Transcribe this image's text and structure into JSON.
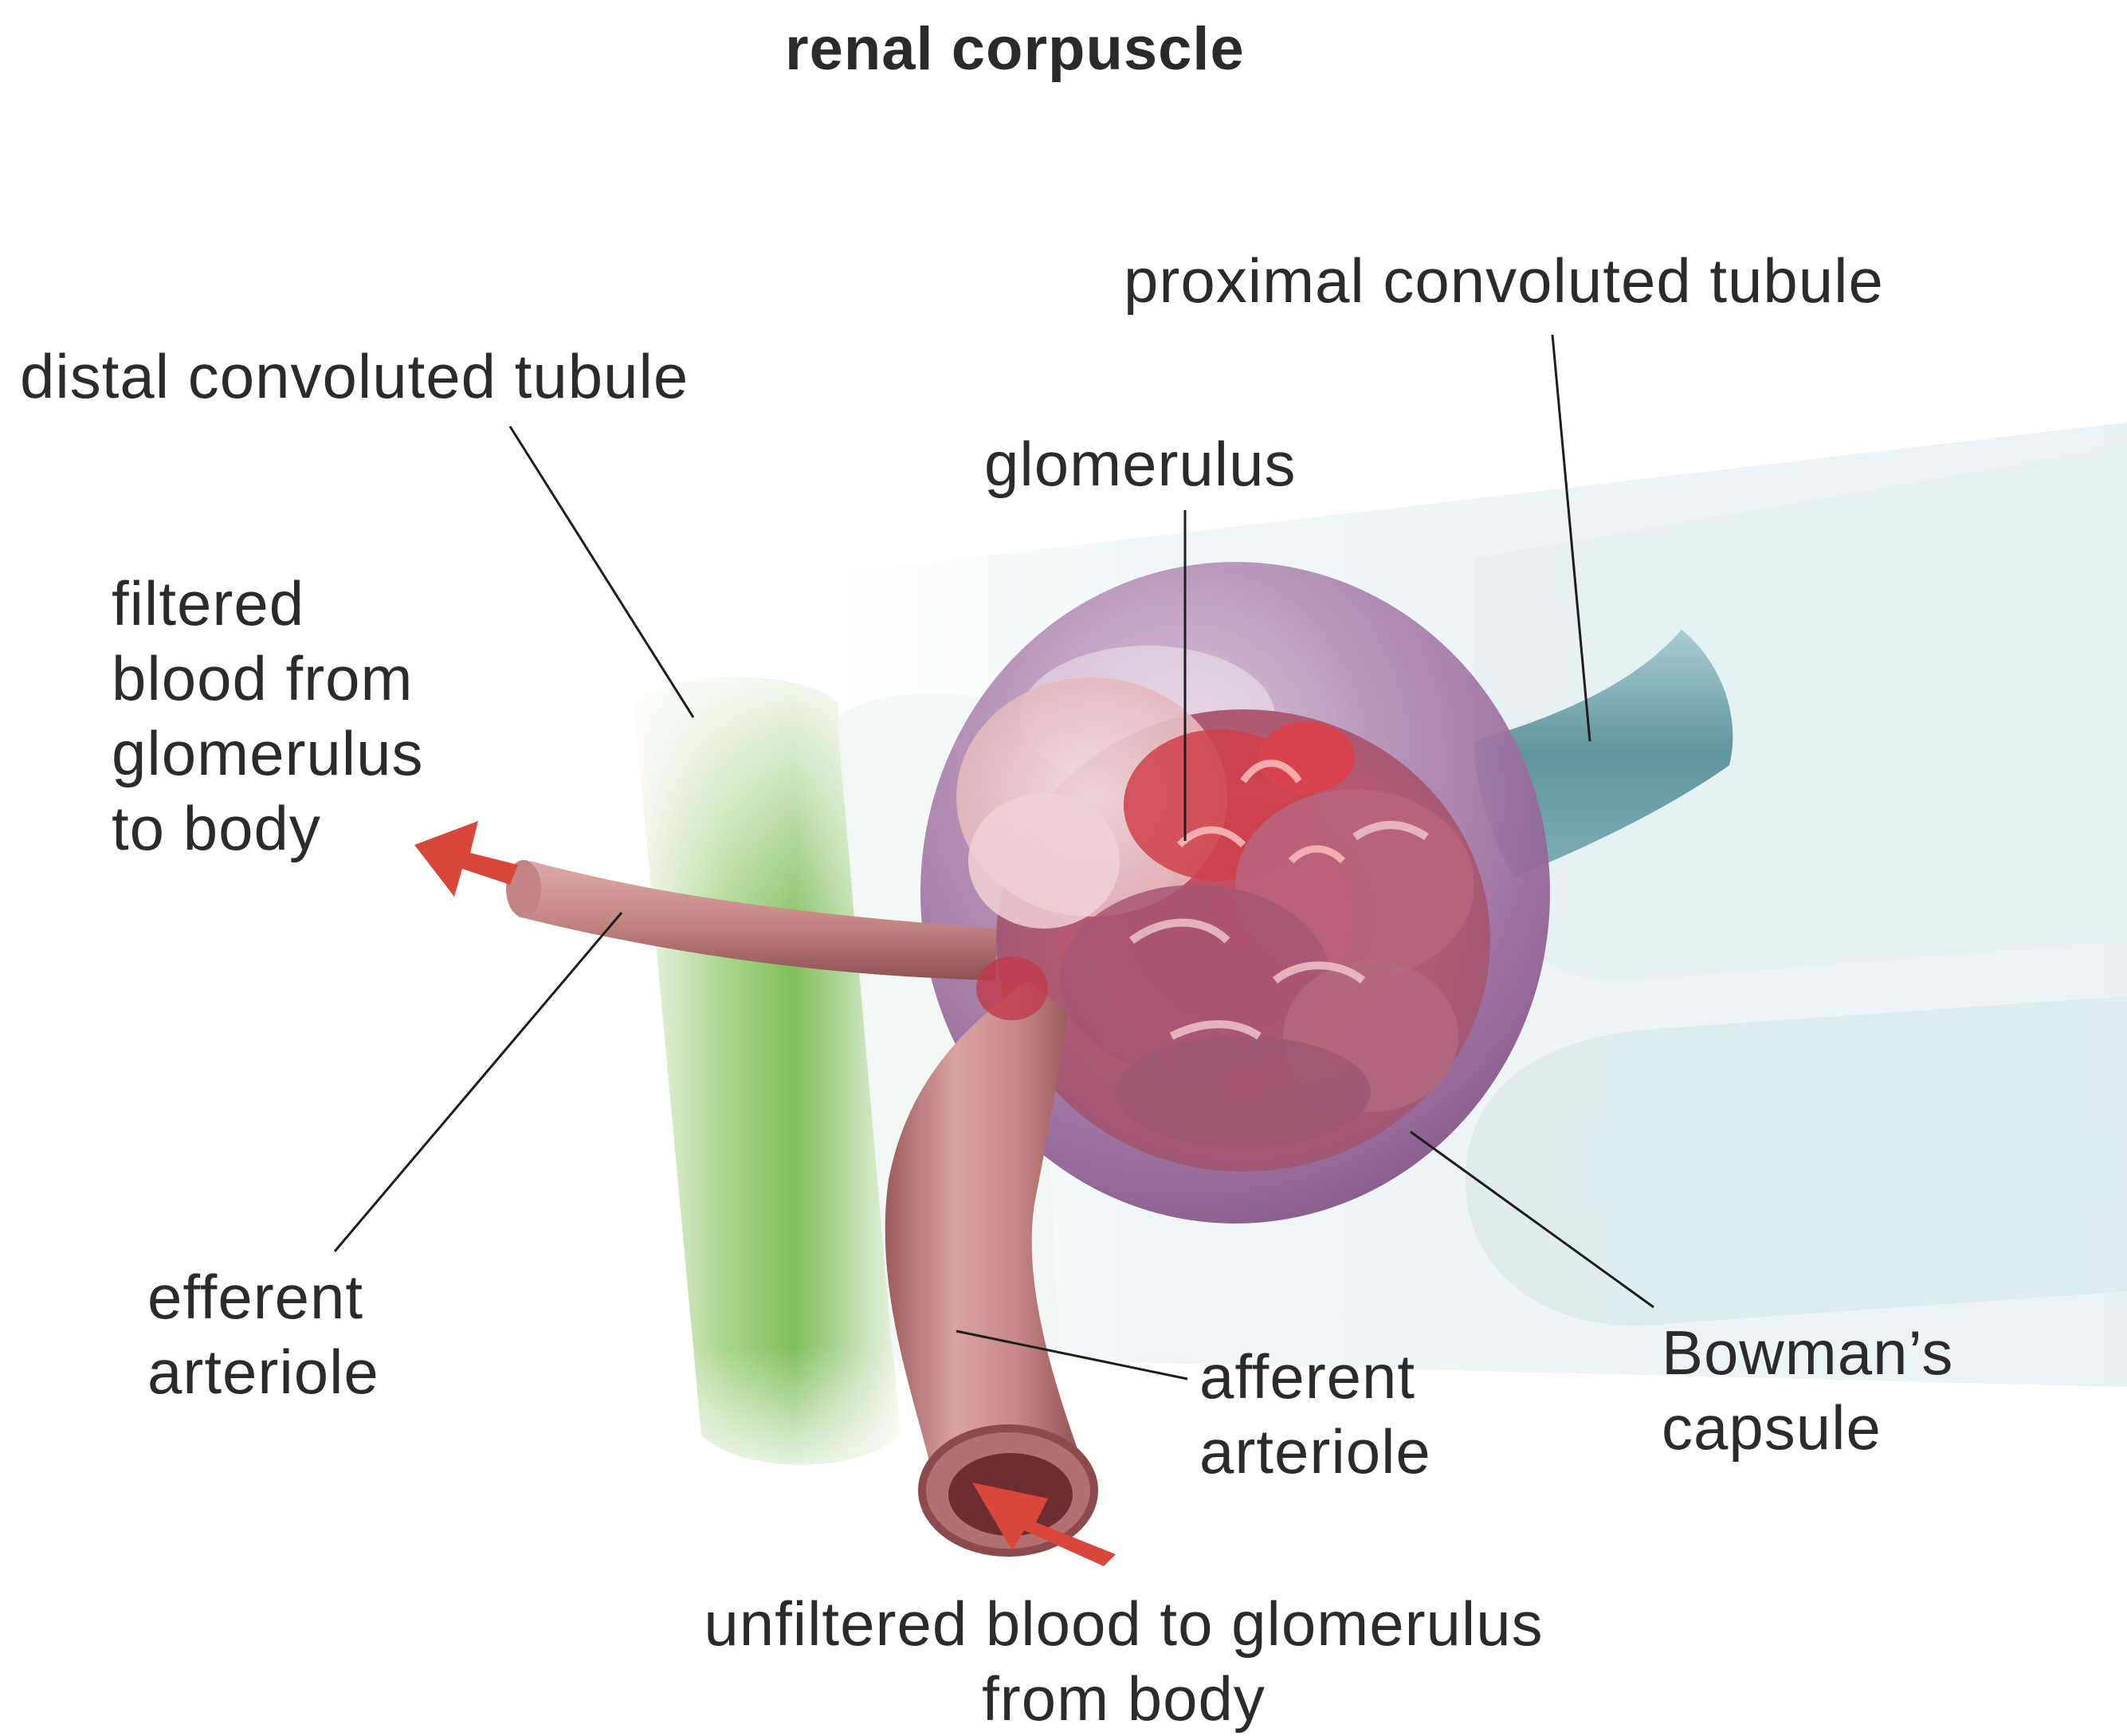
{
  "title": "renal corpuscle",
  "labels": {
    "proximal": "proximal convoluted tubule",
    "distal": "distal convoluted tubule",
    "glomerulus": "glomerulus",
    "filtered": [
      "filtered",
      "blood from",
      "glomerulus",
      "to body"
    ],
    "efferent": [
      "efferent",
      "arteriole"
    ],
    "afferent": [
      "afferent",
      "arteriole"
    ],
    "bowman": [
      "Bowman’s",
      "capsule"
    ],
    "unfiltered": [
      "unfiltered blood to glomerulus",
      "from body"
    ]
  },
  "colors": {
    "capsule": "#a77aa6",
    "arteriole": "#c98a8a",
    "arrow": "#d9473a",
    "proximal_tubule": "#6fa3aa",
    "distal_tubule": "#8cc56a",
    "glomerulus": "#c25a72"
  }
}
